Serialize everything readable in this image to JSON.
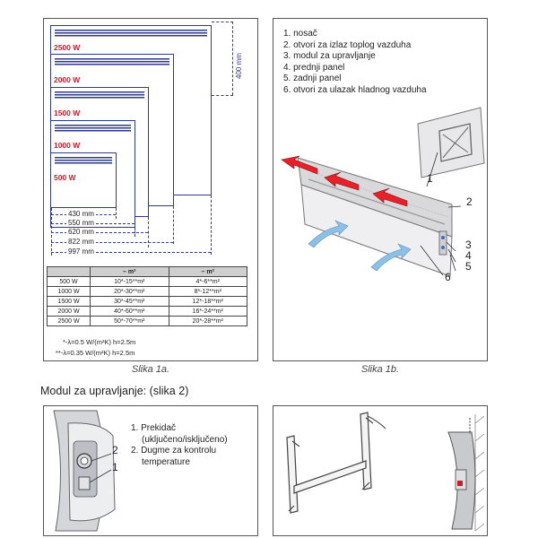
{
  "fig1a": {
    "caption": "Slika 1a.",
    "height_label": "400 mm",
    "heaters": [
      {
        "watt": "2500 W",
        "width": "997 mm"
      },
      {
        "watt": "2000 W",
        "width": "822 mm"
      },
      {
        "watt": "1500 W",
        "width": "620 mm"
      },
      {
        "watt": "1000 W",
        "width": "550 mm"
      },
      {
        "watt": "500 W",
        "width": "430 mm"
      }
    ],
    "table": {
      "headers": [
        "",
        "– m²",
        "– m²"
      ],
      "rows": [
        [
          "500 W",
          "10*-15**m²",
          "4*-6**m²"
        ],
        [
          "1000 W",
          "20*-30**m²",
          "8*-12**m²"
        ],
        [
          "1500 W",
          "30*-45**m²",
          "12*-18**m²"
        ],
        [
          "2000 W",
          "40*-60**m²",
          "16*-24**m²"
        ],
        [
          "2500 W",
          "50*-70**m²",
          "20*-28**m²"
        ]
      ]
    },
    "notes": [
      "*-λ=0.5 W/(m²K) h=2.5m",
      "**-λ=0.35 W/(m²K) h=2.5m"
    ]
  },
  "fig1b": {
    "caption": "Slika 1b.",
    "legend": [
      "1. nosač",
      "2. otvori za izlaz toplog vazduha",
      "3. modul za upravljanje",
      "4. prednji panel",
      "5. zadnji panel",
      "6. otvori za ulazak hladnog vazduha"
    ],
    "callouts": [
      "1",
      "2",
      "3",
      "4",
      "5",
      "6"
    ]
  },
  "section2": {
    "heading": "Modul za upravljanje: (slika 2)",
    "items": [
      {
        "line1": "1. Prekidač",
        "line2": "(uključeno/isključeno)"
      },
      {
        "line1": "2. Dugme za kontrolu",
        "line2": "temperature"
      }
    ],
    "callouts": [
      "2",
      "1"
    ]
  },
  "colors": {
    "outline": "#2e3a8c",
    "watt_label": "#d0192d",
    "arrow_red": "#e8202a",
    "arrow_blue": "#8cc0e6"
  }
}
